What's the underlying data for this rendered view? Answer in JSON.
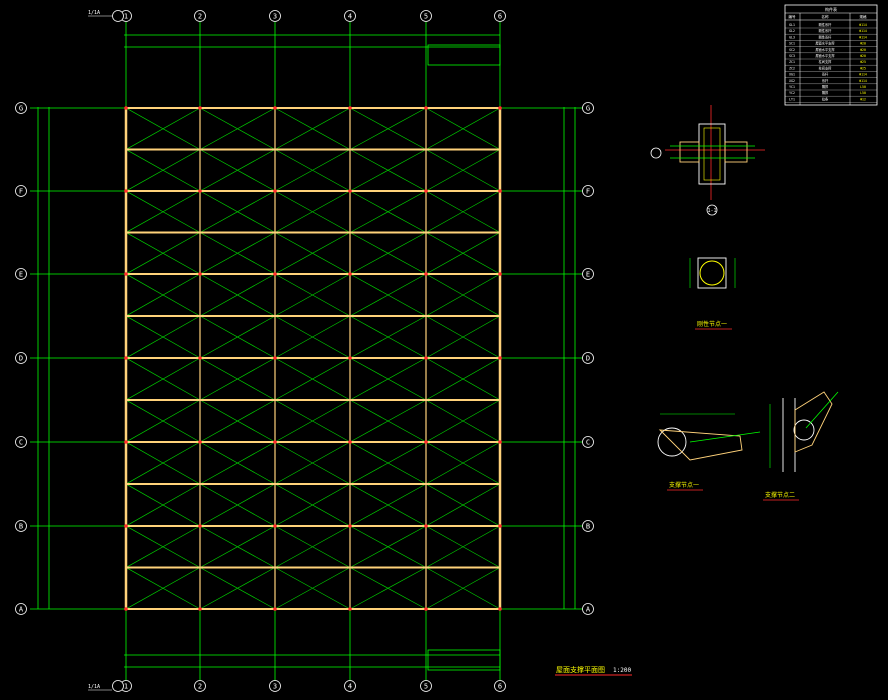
{
  "drawing": {
    "columns": [
      "1",
      "2",
      "3",
      "4",
      "5",
      "6"
    ],
    "rows": [
      "G",
      "F",
      "E",
      "D",
      "C",
      "B",
      "A"
    ],
    "axis_1a_label": "1/1A",
    "title": "屋面支撑平面图",
    "scale": "1:200",
    "detail_labels": {
      "section_label": "1-1",
      "detail_pipe": "刚性节点一",
      "detail_a": "支撑节点一",
      "detail_b": "支撑节点二"
    }
  },
  "schedule": {
    "title": "构件表",
    "headers": [
      "编号",
      "名称",
      "规格"
    ],
    "rows": [
      [
        "GL1",
        "刚性系杆",
        "Φ114"
      ],
      [
        "GL2",
        "刚性系杆",
        "Φ114"
      ],
      [
        "GL3",
        "刚性系杆",
        "Φ114"
      ],
      [
        "SC1",
        "屋面水平支撑",
        "Φ20"
      ],
      [
        "SC2",
        "屋面水平支撑",
        "Φ20"
      ],
      [
        "SC3",
        "屋面水平支撑",
        "Φ20"
      ],
      [
        "ZC1",
        "柱间支撑",
        "Φ25"
      ],
      [
        "ZC2",
        "柱间支撑",
        "Φ25"
      ],
      [
        "XG1",
        "系杆",
        "Φ114"
      ],
      [
        "XG2",
        "系杆",
        "Φ114"
      ],
      [
        "YC1",
        "隅撑",
        "L50"
      ],
      [
        "YC2",
        "隅撑",
        "L50"
      ],
      [
        "LT1",
        "拉条",
        "Φ12"
      ]
    ]
  },
  "colors": {
    "background": "#000000",
    "grid_line": "#00ff00",
    "bracing": "#00cc00",
    "beam": "#ffd27a",
    "text": "#ffffff",
    "accent_red": "#ff2a2a",
    "yellow_text": "#ffff00",
    "cyan": "#00ffff"
  }
}
